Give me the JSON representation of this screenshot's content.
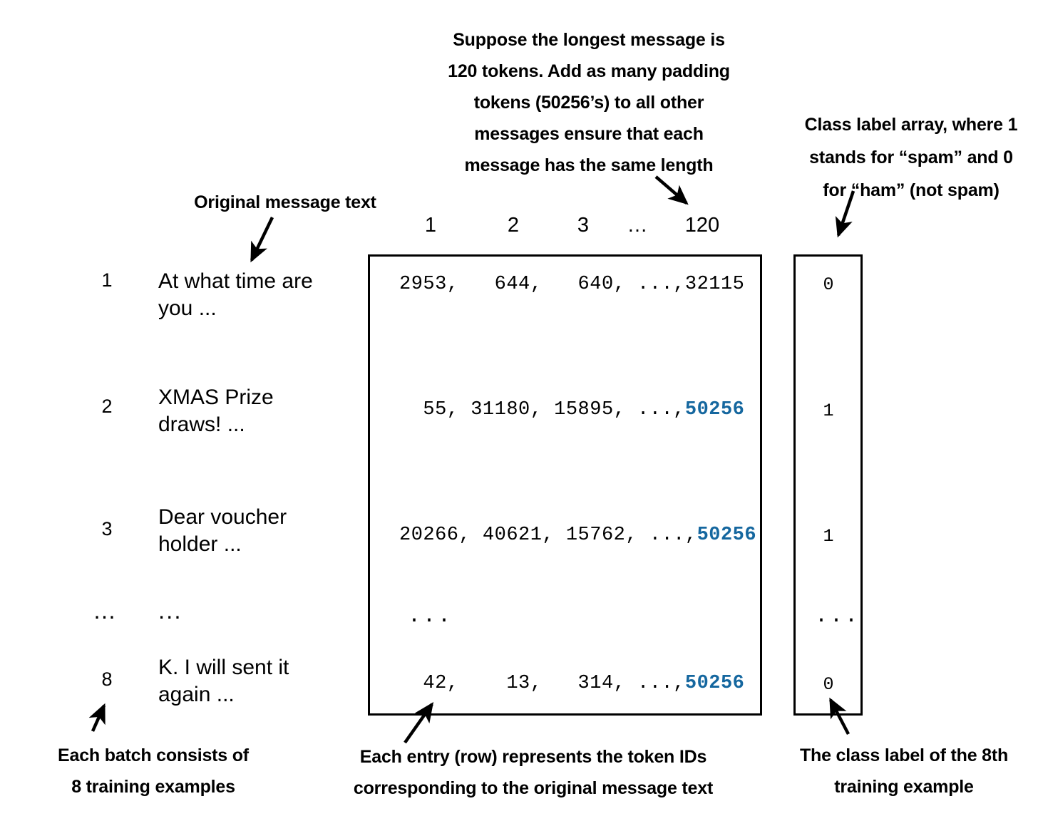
{
  "figure": {
    "title_annotation_top": "Suppose the longest message is\n120 tokens. Add as many padding\ntokens (50256’s) to all other\nmessages ensure that each\nmessage has the same length",
    "annotation_left": "Original message text",
    "annotation_right": "Class label array, where 1\nstands for “spam” and 0\nfor “ham” (not spam)",
    "caption_bottom_left": "Each batch consists of\n8 training examples",
    "caption_bottom_center": "Each entry (row) represents the token IDs\ncorresponding to the original message text",
    "caption_bottom_right": "The class label of the 8th\ntraining example"
  },
  "colors": {
    "padding_token": "#15679F",
    "stroke": "#000000",
    "background": "#FFFFFF"
  },
  "column_headers": [
    "1",
    "2",
    "3",
    "…",
    "120"
  ],
  "rows": [
    {
      "index": "1",
      "message": "At what time are\nyou ...",
      "tokens_prefix": "2953,   644,   640, ...,",
      "tokens_last": "32115",
      "last_is_padding": false,
      "label": "0"
    },
    {
      "index": "2",
      "message": "XMAS Prize\ndraws!  ...",
      "tokens_prefix": "  55, 31180, 15895, ...,",
      "tokens_last": "50256",
      "last_is_padding": true,
      "label": "1"
    },
    {
      "index": "3",
      "message": "Dear voucher\nholder ...",
      "tokens_prefix": "20266, 40621, 15762, ...,",
      "tokens_last": "50256",
      "last_is_padding": true,
      "label": "1"
    },
    {
      "index": "…",
      "message": "...",
      "tokens_prefix": "...",
      "tokens_last": "",
      "last_is_padding": false,
      "label": "..."
    },
    {
      "index": "8",
      "message": "K. I will sent it\nagain ...",
      "tokens_prefix": "  42,    13,   314, ...,",
      "tokens_last": "50256",
      "last_is_padding": true,
      "label": "0"
    }
  ]
}
